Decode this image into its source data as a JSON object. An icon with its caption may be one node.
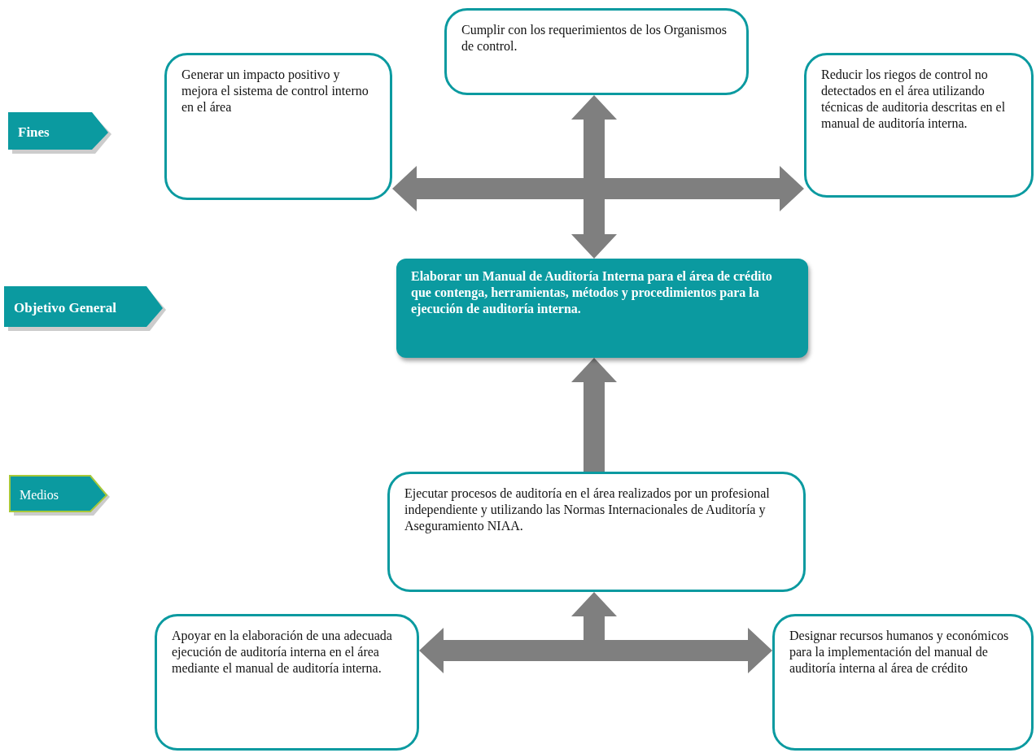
{
  "diagram": {
    "nodes": [
      {
        "text": [
          "Cumplir con los requerimientos de los Organismos de control."
        ]
      },
      {
        "text": [
          "Generar un impacto positivo y mejora el sistema de control interno en el área"
        ]
      },
      {
        "text": [
          "Reducir los riegos de control no detectados en el área utilizando técnicas de auditoria descritas en el manual de auditoría interna."
        ]
      },
      {
        "text": [
          "Fines"
        ]
      },
      {
        "text": [
          "Objetivo General"
        ]
      },
      {
        "text": [
          "Elaborar un Manual de Auditoría Interna para el área de crédito que contenga, herramientas, métodos y procedimientos para la ejecución de auditoría interna."
        ]
      },
      {
        "text": [
          "Medios"
        ]
      },
      {
        "text": [
          "Ejecutar procesos de auditoría en el área realizados por un profesional independiente y utilizando las Normas Internacionales de Auditoría y Aseguramiento NIAA."
        ]
      },
      {
        "text": [
          "Apoyar en la elaboración de una adecuada ejecución de auditoría interna en el área mediante el manual de auditoría interna."
        ]
      },
      {
        "text": [
          "Designar recursos humanos y económicos para la implementación del manual de auditoría interna al área de crédito"
        ]
      }
    ],
    "edges": [
      {
        "from": 0,
        "to": 5,
        "arrow": "both"
      },
      {
        "from": 1,
        "to": 2,
        "arrow": "both"
      },
      {
        "from": 7,
        "to": 5,
        "arrow": "to"
      },
      {
        "from": 8,
        "to": 9,
        "arrow": "both"
      },
      {
        "from": null,
        "to": 7,
        "arrow": "to"
      }
    ]
  }
}
